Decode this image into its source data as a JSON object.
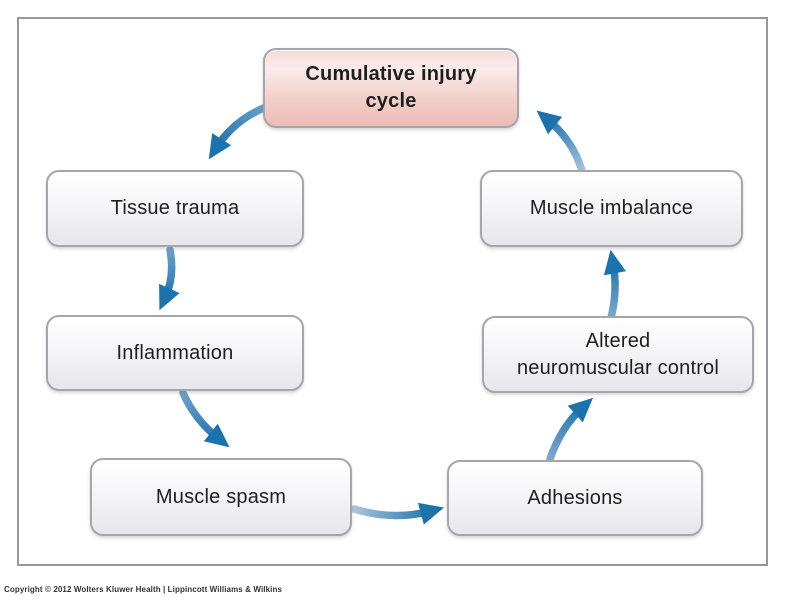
{
  "diagram": {
    "boxes": [
      {
        "id": "cumulative-injury-cycle",
        "label": "Cumulative injury\ncycle",
        "highlight": true
      },
      {
        "id": "tissue-trauma",
        "label": "Tissue trauma",
        "highlight": false
      },
      {
        "id": "inflammation",
        "label": "Inflammation",
        "highlight": false
      },
      {
        "id": "muscle-spasm",
        "label": "Muscle spasm",
        "highlight": false
      },
      {
        "id": "adhesions",
        "label": "Adhesions",
        "highlight": false
      },
      {
        "id": "altered-neuromuscular-control",
        "label": "Altered\nneuromuscular control",
        "highlight": false
      },
      {
        "id": "muscle-imbalance",
        "label": "Muscle imbalance",
        "highlight": false
      }
    ],
    "flow_order": [
      "Cumulative injury cycle",
      "Tissue trauma",
      "Inflammation",
      "Muscle spasm",
      "Adhesions",
      "Altered neuromuscular control",
      "Muscle imbalance",
      "Cumulative injury cycle"
    ],
    "colors": {
      "arrow_dark": "#1b72ad",
      "arrow_light": "#9dbdd8",
      "highlight_box_top": "#f9eceb",
      "highlight_box_bottom": "#ecbcb5",
      "box_top": "#ffffff",
      "box_bottom": "#e7e7eb",
      "box_border": "#a6a6aa",
      "frame_border": "#98989c"
    }
  },
  "footer": {
    "copyright": "Copyright © 2012 Wolters Kluwer Health | Lippincott Williams & Wilkins"
  }
}
